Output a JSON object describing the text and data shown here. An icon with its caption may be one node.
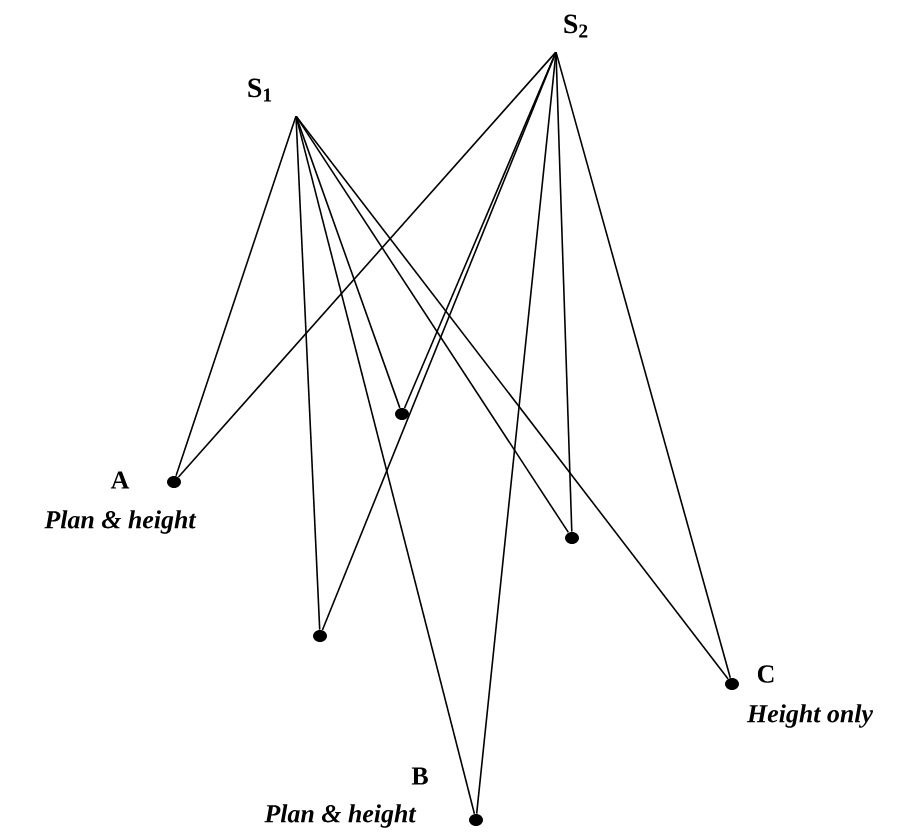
{
  "diagram": {
    "nodes": [
      {
        "text": [
          "S$_{1}$"
        ]
      },
      {
        "text": [
          "S$_{2}$"
        ]
      },
      {
        "text": [
          "A",
          "Plan & height"
        ]
      },
      {
        "text": [
          "B",
          "Plan & height"
        ]
      },
      {
        "text": [
          "C",
          "Height only"
        ]
      },
      {
        "text": [],
        "shape": "circle"
      },
      {
        "text": [],
        "shape": "circle"
      },
      {
        "text": [],
        "shape": "circle"
      }
    ],
    "edges": [
      {
        "from": 0,
        "to": 2,
        "arrow": "none"
      },
      {
        "from": 0,
        "to": 5,
        "arrow": "none"
      },
      {
        "from": 0,
        "to": 6,
        "arrow": "none"
      },
      {
        "from": 0,
        "to": 3,
        "arrow": "none"
      },
      {
        "from": 0,
        "to": 7,
        "arrow": "none"
      },
      {
        "from": 0,
        "to": 4,
        "arrow": "none"
      },
      {
        "from": 1,
        "to": 2,
        "arrow": "none"
      },
      {
        "from": 1,
        "to": 6,
        "arrow": "none"
      },
      {
        "from": 1,
        "to": 5,
        "arrow": "none"
      },
      {
        "from": 1,
        "to": 3,
        "arrow": "none"
      },
      {
        "from": 1,
        "to": 7,
        "arrow": "none"
      },
      {
        "from": 1,
        "to": 4,
        "arrow": "none"
      }
    ]
  }
}
